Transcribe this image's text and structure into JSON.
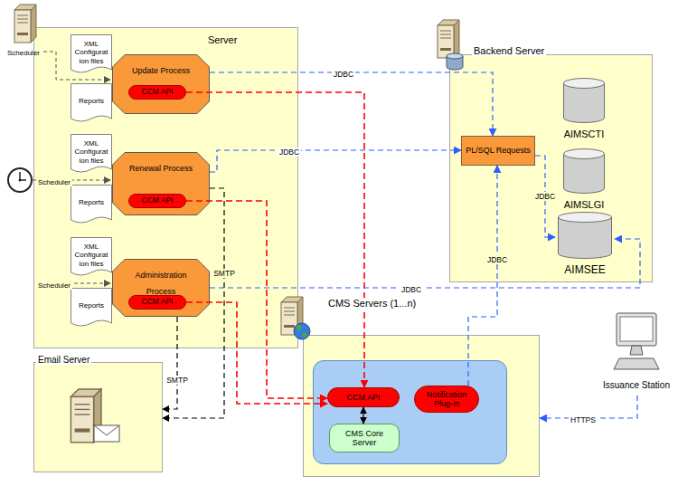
{
  "diagram": {
    "nodes": [
      {
        "text": [
          "Server"
        ]
      },
      {
        "text": [
          "XML Configurat ion files"
        ],
        "in": 0
      },
      {
        "text": [
          "Update Process"
        ],
        "in": 0
      },
      {
        "text": [
          "CCM API"
        ],
        "in": 2
      },
      {
        "text": [
          "Reports"
        ],
        "in": 0
      },
      {
        "text": [
          "XML Configurat ion files"
        ],
        "in": 0
      },
      {
        "text": [
          "Renewal Process"
        ],
        "in": 0
      },
      {
        "text": [
          "CCM API"
        ],
        "in": 6
      },
      {
        "text": [
          "Reports"
        ],
        "in": 0
      },
      {
        "text": [
          "XML Configurat ion files"
        ],
        "in": 0
      },
      {
        "text": [
          "Administration Process"
        ],
        "in": 0
      },
      {
        "text": [
          "CCM API"
        ],
        "in": 10
      },
      {
        "text": [
          "Reports"
        ],
        "in": 0
      },
      {
        "text": [
          "Email Server"
        ]
      },
      {
        "text": [
          "Backend Server"
        ]
      },
      {
        "text": [
          "PL/SQL Requests"
        ],
        "in": 14
      },
      {
        "text": [
          "AIMSCTI"
        ],
        "in": 14
      },
      {
        "text": [
          "AIMSLGI"
        ],
        "in": 14
      },
      {
        "text": [
          "AIMSEE"
        ],
        "in": 14
      },
      {
        "text": [
          "CMS Servers (1...n)"
        ]
      },
      {
        "text": [
          "CCM API"
        ],
        "in": 19
      },
      {
        "text": [
          "Notification Plug-in"
        ],
        "in": 19
      },
      {
        "text": [
          "CMS Core Server"
        ],
        "in": 19
      },
      {
        "text": [
          "Issuance Station"
        ]
      }
    ],
    "edges": [
      {
        "from": 3,
        "to": 20,
        "arrow": "to"
      },
      {
        "from": 7,
        "to": 20,
        "arrow": "to"
      },
      {
        "from": 11,
        "to": 20,
        "arrow": "to"
      },
      {
        "from": 2,
        "to": 15,
        "label": "JDBC",
        "arrow": "to"
      },
      {
        "from": 6,
        "to": 15,
        "label": "JDBC",
        "arrow": "to"
      },
      {
        "from": 10,
        "to": 18,
        "label": "JDBC",
        "arrow": "to"
      },
      {
        "from": 15,
        "to": 18,
        "label": "JDBC",
        "arrow": "to"
      },
      {
        "from": 21,
        "to": 15,
        "label": "JDBC",
        "arrow": "to"
      },
      {
        "from": 23,
        "to": 19,
        "label": "HTTPS",
        "arrow": "to"
      },
      {
        "from": 10,
        "to": 13,
        "label": "SMTP",
        "arrow": "to"
      },
      {
        "from": 6,
        "to": 13,
        "label": "SMTP",
        "arrow": "to"
      },
      {
        "from": 20,
        "to": 22,
        "arrow": "both"
      }
    ],
    "labels": [
      "Scheduler",
      "Scheduler",
      "Scheduler"
    ]
  }
}
